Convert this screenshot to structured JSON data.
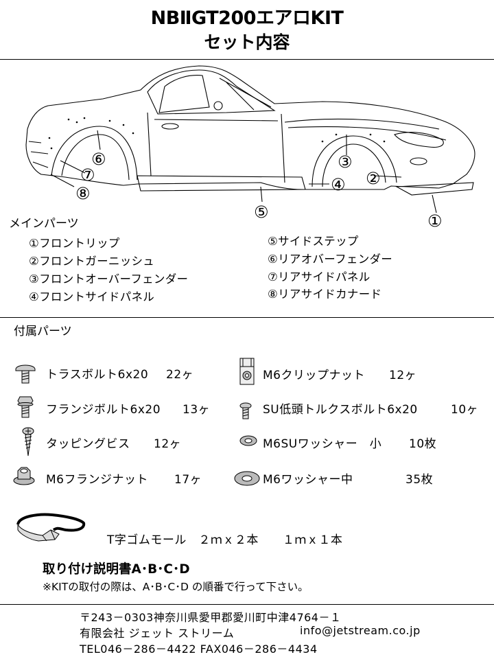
{
  "title_line1": "NBⅡGT200エアロKIT",
  "title_line2": "セット内容",
  "callouts": [
    "⑥",
    "⑦",
    "⑧",
    "③",
    "②",
    "④",
    "⑤",
    "①"
  ],
  "main_parts": {
    "heading": "メインパーツ",
    "left": [
      "①フロントリップ",
      "②フロントガーニッシュ",
      "③フロントオーバーフェンダー",
      "④フロントサイドパネル"
    ],
    "right": [
      "⑤サイドステップ",
      "⑥リアオバーフェンダー",
      "⑦リアサイドパネル",
      "⑧リアサイドカナード"
    ]
  },
  "accessories": {
    "heading": "付属パーツ",
    "items": [
      {
        "icon": "truss-bolt-icon",
        "name": "トラスボルト6x20",
        "qty": "22ヶ"
      },
      {
        "icon": "clip-nut-icon",
        "name": "M6クリップナット",
        "qty": "12ヶ"
      },
      {
        "icon": "flange-bolt-icon",
        "name": "フランジボルト6x20",
        "qty": "13ヶ"
      },
      {
        "icon": "torx-bolt-icon",
        "name": "SU低頭トルクスボルト6x20",
        "qty": "10ヶ"
      },
      {
        "icon": "tapping-screw-icon",
        "name": "タッピングビス",
        "qty": "12ヶ"
      },
      {
        "icon": "small-washer-icon",
        "name": "M6SUワッシャー　小",
        "qty": "10枚"
      },
      {
        "icon": "flange-nut-icon",
        "name": "M6フランジナット",
        "qty": "17ヶ"
      },
      {
        "icon": "medium-washer-icon",
        "name": "M6ワッシャー中",
        "qty": "35枚"
      }
    ],
    "molding": "T字ゴムモール　２ｍｘ２本　　１ｍｘ１本"
  },
  "instructions": {
    "heading": "取り付け説明書A･B･C･D",
    "note": "※KITの取付の際は、A･B･C･D の順番で行って下さい。"
  },
  "footer": {
    "address": "〒243－0303神奈川県愛甲郡愛川町中津4764－１",
    "company": "有限会社 ジェット ストリーム",
    "email": "info@jetstream.co.jp",
    "phone": "TEL046－286－4422 FAX046－286－4434"
  }
}
